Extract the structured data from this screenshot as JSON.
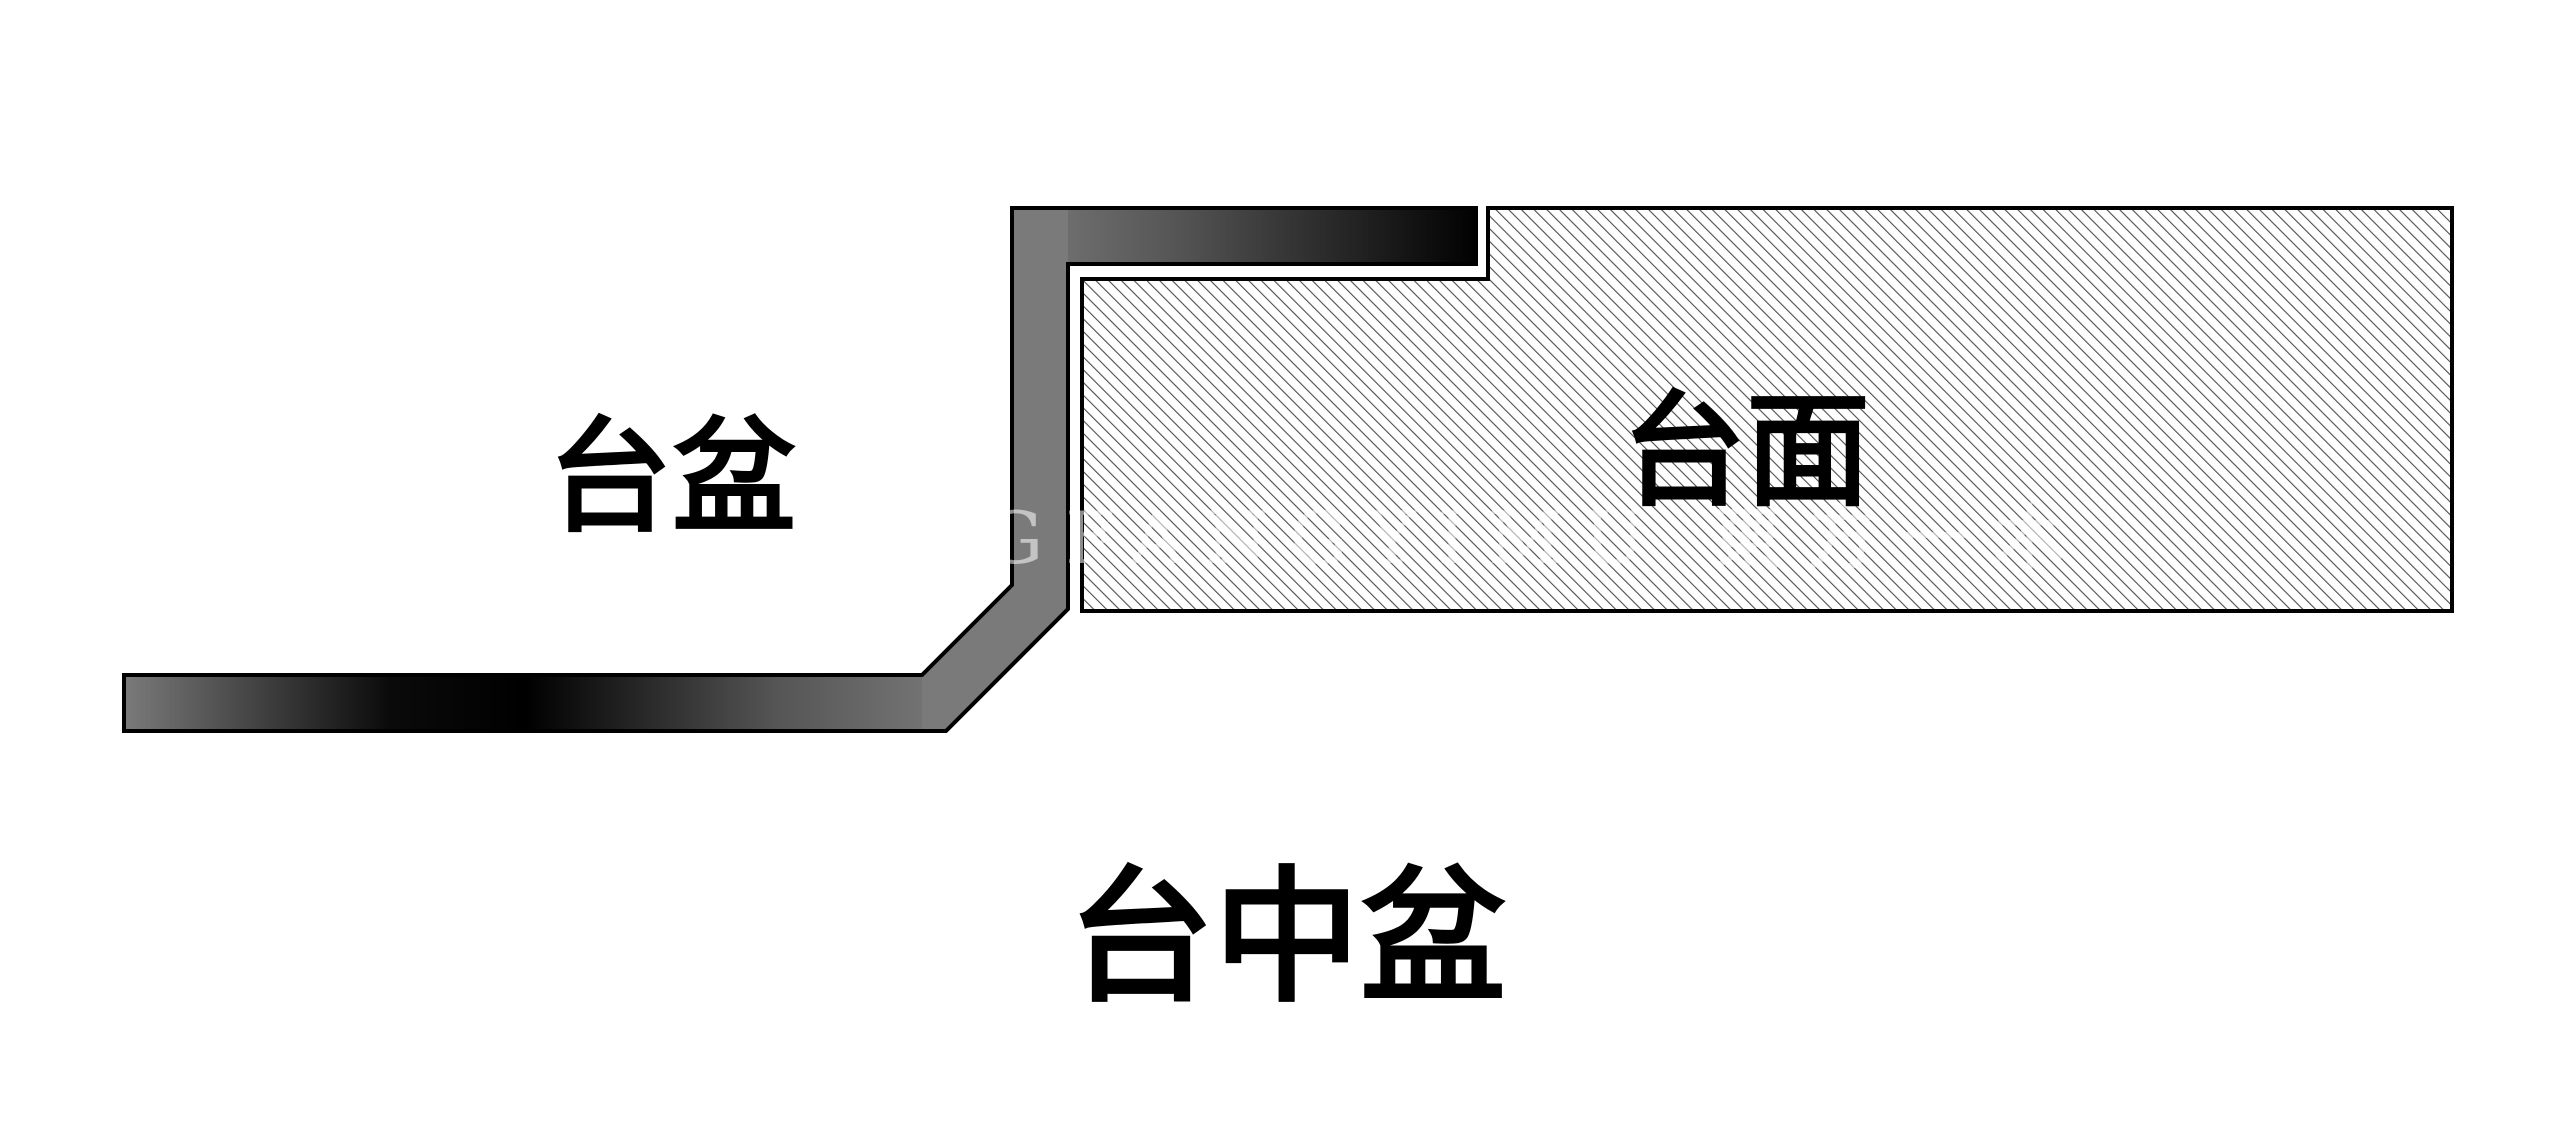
{
  "diagram": {
    "labels": {
      "basin": "台盆",
      "countertop": "台面",
      "caption": "台中盆"
    },
    "watermark": "DONGFANGYIMU 東方一木",
    "colors": {
      "outline": "#000000",
      "hatch": "#4d4d4d",
      "hatch_background": "#ffffff",
      "gradient_light": "#7a7a7a",
      "gradient_dark": "#000000"
    }
  }
}
